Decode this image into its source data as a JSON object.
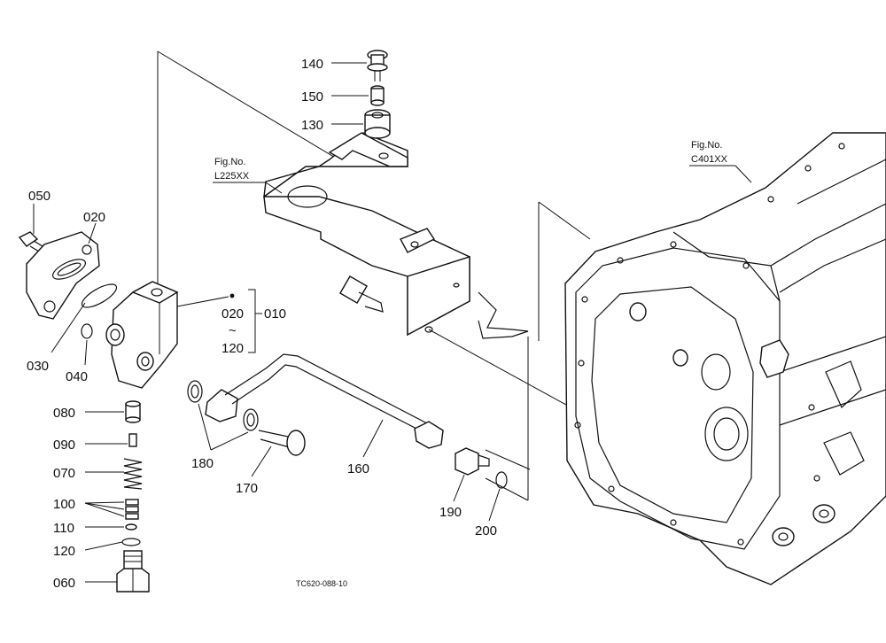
{
  "callouts": {
    "c140": "140",
    "c150": "150",
    "c130": "130",
    "c050": "050",
    "c020": "020",
    "c030": "030",
    "c040": "040",
    "c080": "080",
    "c090": "090",
    "c070": "070",
    "c100": "100",
    "c110": "110",
    "c120": "120",
    "c060": "060",
    "c180": "180",
    "c170": "170",
    "c160": "160",
    "c190": "190",
    "c200": "200"
  },
  "assembly_bracket": {
    "from": "020",
    "tilde": "~",
    "to": "120",
    "assembly": "010"
  },
  "fig_refs": {
    "left_caption": "Fig.No.",
    "left_number": "L225XX",
    "right_caption": "Fig.No.",
    "right_number": "C401XX"
  },
  "drawing_id": "TC620-088-10"
}
